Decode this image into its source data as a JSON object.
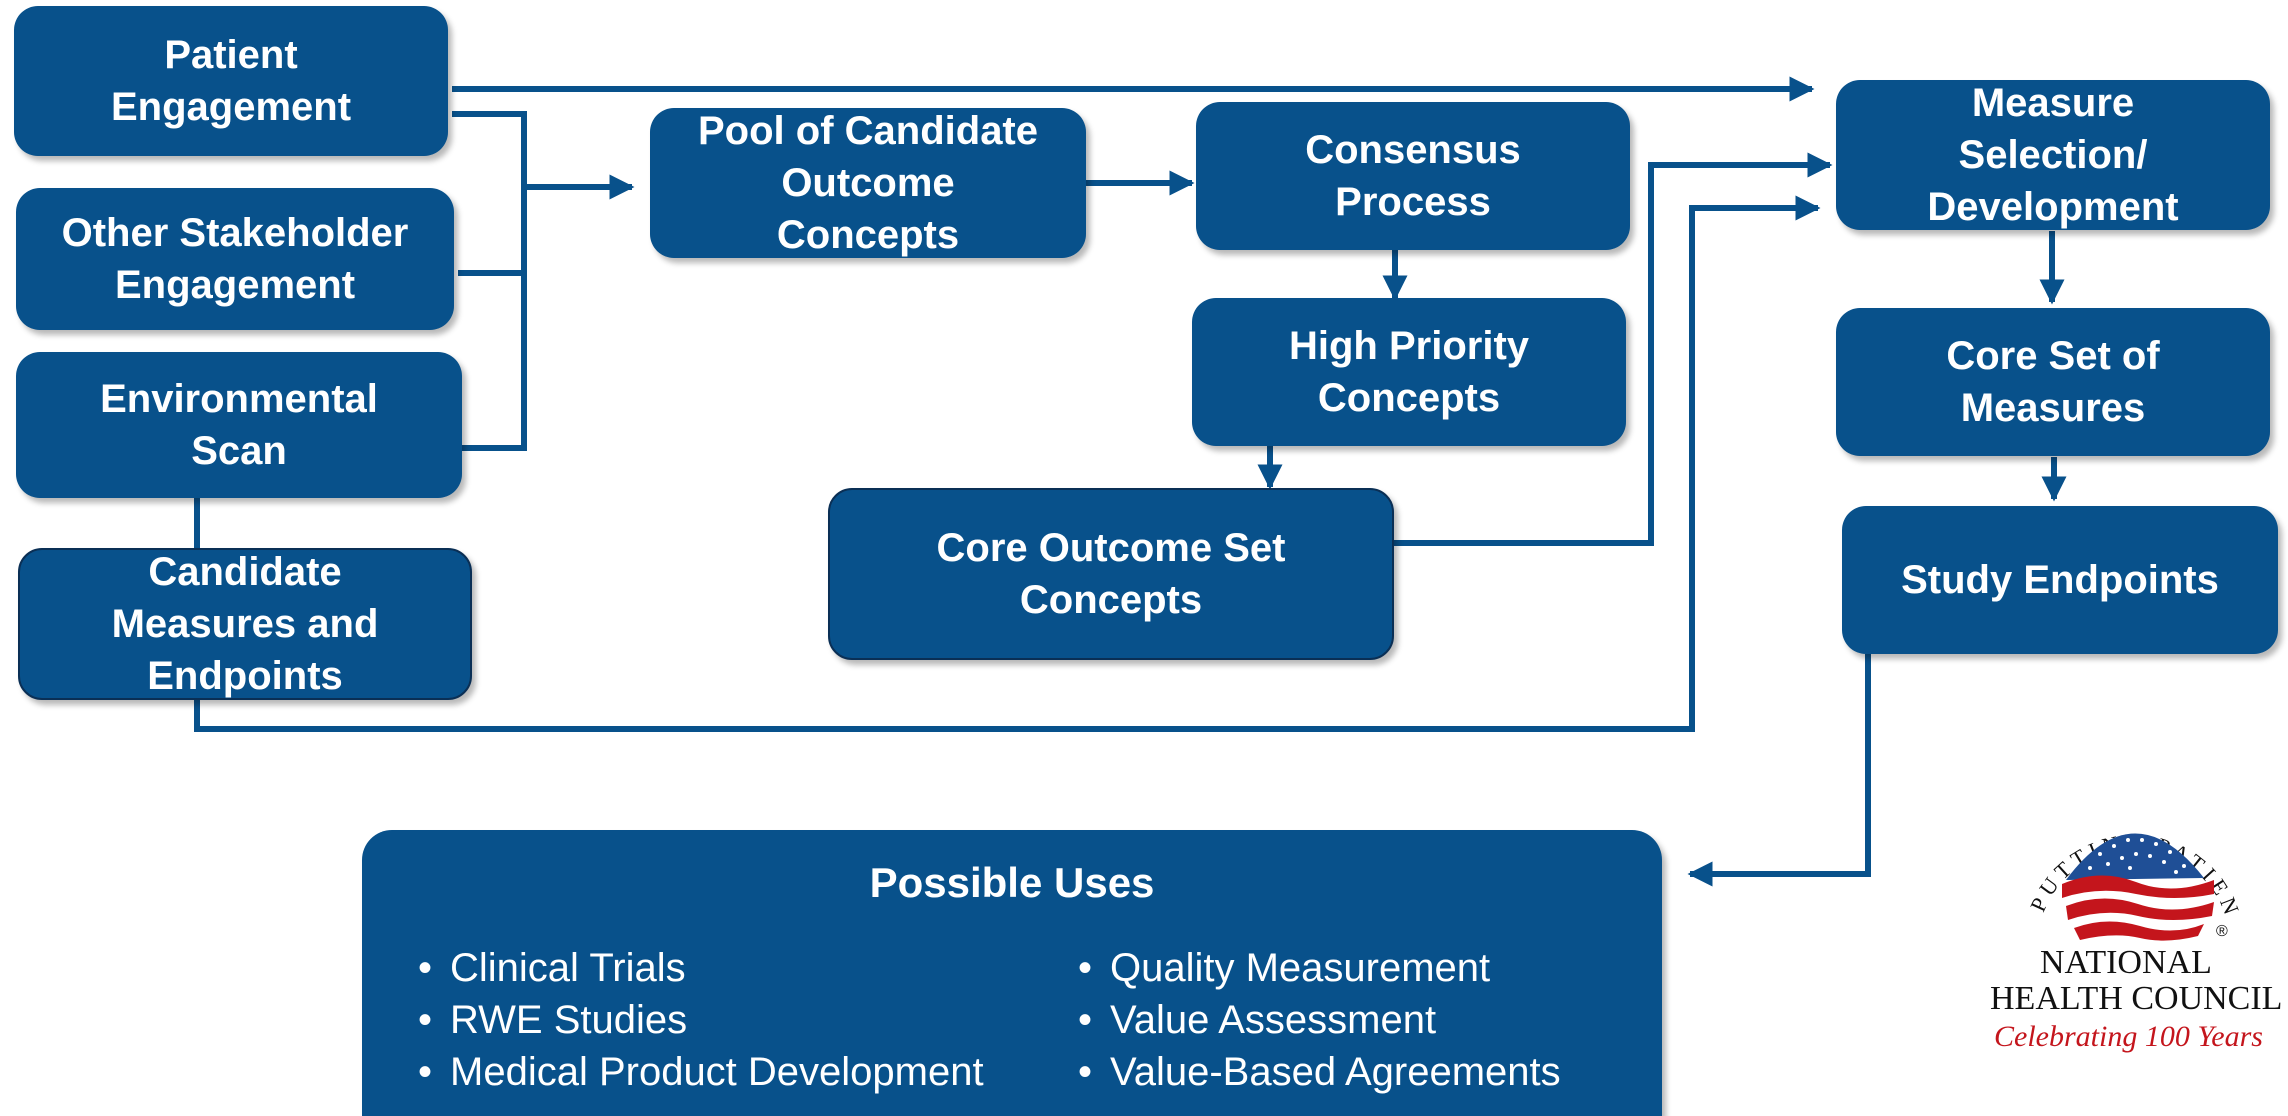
{
  "colors": {
    "node_fill": "#08518b",
    "connector": "#08518b",
    "logo_red": "#c4151c",
    "logo_blue": "#1f4f96"
  },
  "nodes": {
    "patient_engagement": "Patient Engagement",
    "other_stakeholder_engagement": "Other Stakeholder Engagement",
    "environmental_scan": "Environmental Scan",
    "candidate_measures": "Candidate Measures and Endpoints",
    "pool_of_candidate": "Pool of Candidate Outcome Concepts",
    "consensus_process": "Consensus Process",
    "high_priority": "High Priority Concepts",
    "core_outcome_set": "Core Outcome Set Concepts",
    "measure_selection": "Measure Selection/ Development",
    "core_set_measures": "Core Set of Measures",
    "study_endpoints": "Study Endpoints"
  },
  "node_lines": {
    "patient_engagement": [
      "Patient",
      "Engagement"
    ],
    "other_stakeholder_engagement": [
      "Other Stakeholder",
      "Engagement"
    ],
    "environmental_scan": [
      "Environmental",
      "Scan"
    ],
    "candidate_measures": [
      "Candidate",
      "Measures and",
      "Endpoints"
    ],
    "pool_of_candidate": [
      "Pool of Candidate",
      "Outcome",
      "Concepts"
    ],
    "consensus_process": [
      "Consensus",
      "Process"
    ],
    "high_priority": [
      "High Priority",
      "Concepts"
    ],
    "core_outcome_set": [
      "Core Outcome Set",
      "Concepts"
    ],
    "measure_selection": [
      "Measure",
      "Selection/",
      "Development"
    ],
    "core_set_measures": [
      "Core Set of",
      "Measures"
    ],
    "study_endpoints": [
      "Study Endpoints"
    ]
  },
  "possible_uses": {
    "title": "Possible Uses",
    "left": [
      "Clinical Trials",
      "RWE Studies",
      "Medical Product Development"
    ],
    "right": [
      "Quality Measurement",
      "Value Assessment",
      "Value-Based Agreements"
    ]
  },
  "logo": {
    "arc_text": "PUTTING PATIENTS FIRST",
    "registered": "®",
    "name_line1": "NATIONAL",
    "name_line2": "HEALTH COUNCIL",
    "tagline": "Celebrating 100 Years"
  }
}
